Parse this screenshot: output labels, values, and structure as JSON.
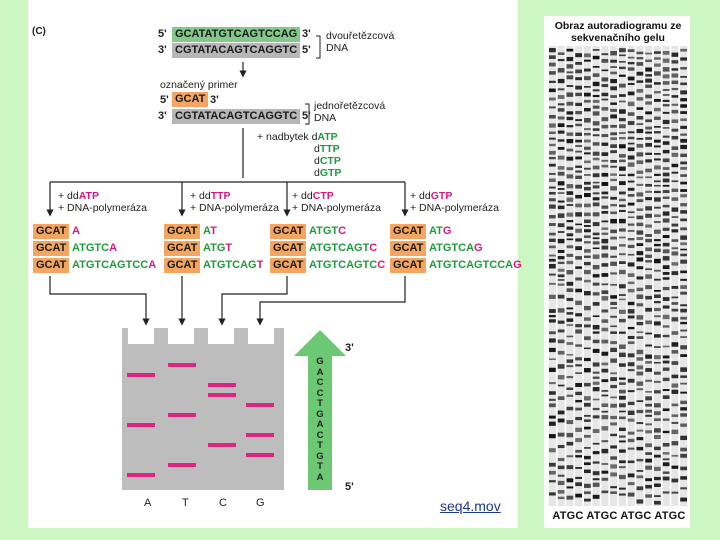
{
  "panel_letter": "(C)",
  "top": {
    "strand1": {
      "p5": "5'",
      "seq": "GCATATGTCAGTCCAG",
      "p3": "3'"
    },
    "strand2": {
      "p3": "3'",
      "seq": "CGTATACAGTCAGGTC",
      "p5": "5'"
    },
    "label_line1": "dvouřetězcová",
    "label_line2": "DNA"
  },
  "primer": {
    "label": "označený primer",
    "p5": "5'",
    "seq": "GCAT",
    "p3": "3'"
  },
  "template": {
    "p3": "3'",
    "seq": "CGTATACAGTCAGGTC",
    "p5": "5'",
    "label_line1": "jednořetězcová",
    "label_line2": "DNA"
  },
  "excess": {
    "prefix": "+ nadbytek d",
    "items": [
      "ATP",
      "TTP",
      "CTP",
      "GTP"
    ],
    "d": "d"
  },
  "reactions": [
    {
      "plus": "+ dd",
      "nuc": "ATP",
      "pol": "+ DNA-polymeráza"
    },
    {
      "plus": "+ dd",
      "nuc": "TTP",
      "pol": "+ DNA-polymeráza"
    },
    {
      "plus": "+ dd",
      "nuc": "CTP",
      "pol": "+ DNA-polymeráza"
    },
    {
      "plus": "+ dd",
      "nuc": "GTP",
      "pol": "+ DNA-polymeráza"
    }
  ],
  "products": {
    "primer": "GCAT",
    "A": [
      {
        "body": "",
        "last": "A"
      },
      {
        "body": "ATGTC",
        "last": "A"
      },
      {
        "body": "ATGTCAGTCC",
        "last": "A"
      }
    ],
    "T": [
      {
        "body": "A",
        "last": "T"
      },
      {
        "body": "ATG",
        "last": "T"
      },
      {
        "body": "ATGTCAG",
        "last": "T"
      }
    ],
    "C": [
      {
        "body": "ATGT",
        "last": "C"
      },
      {
        "body": "ATGTCAGT",
        "last": "C"
      },
      {
        "body": "ATGTCAGTC",
        "last": "C"
      }
    ],
    "G": [
      {
        "body": "AT",
        "last": "G"
      },
      {
        "body": "ATGTCA",
        "last": "G"
      },
      {
        "body": "ATGTCAGTCCA",
        "last": "G"
      }
    ]
  },
  "gel": {
    "lanes": [
      "A",
      "T",
      "C",
      "G"
    ],
    "bands": {
      "A": [
        1,
        6,
        11
      ],
      "T": [
        2,
        7,
        12
      ],
      "C": [
        4,
        9,
        10
      ],
      "G": [
        3,
        5,
        8
      ]
    }
  },
  "read_arrow": {
    "top": "3'",
    "bottom": "5'",
    "letters": [
      "G",
      "A",
      "C",
      "C",
      "T",
      "G",
      "A",
      "C",
      "T",
      "G",
      "T",
      "A"
    ]
  },
  "link_text": "seq4.mov",
  "autoradiogram": {
    "title_line1": "Obraz autoradiogramu ze",
    "title_line2": "sekvenačního gelu",
    "footer": "ATGC ATGC ATGC ATGC"
  },
  "colors": {
    "background": "#cdf7c2",
    "green_strand": "#82c98a",
    "gray_strand": "#b7b7b7",
    "primer": "#f4a55f",
    "dd_pink": "#d9187e",
    "d_green": "#1f9a3c",
    "band": "#e0237f",
    "arrow": "#6cc872"
  }
}
